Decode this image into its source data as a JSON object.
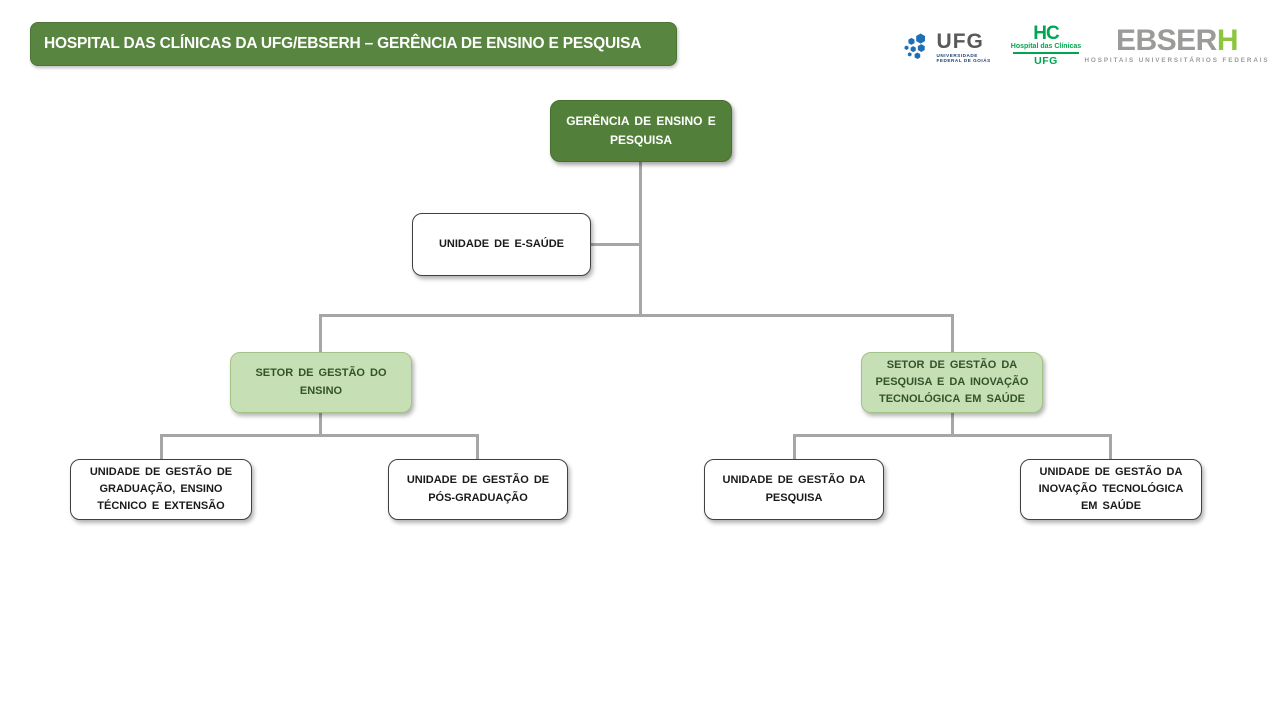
{
  "header": {
    "title": "HOSPITAL DAS CLÍNICAS DA UFG/EBSERH – GERÊNCIA DE ENSINO E PESQUISA"
  },
  "logos": {
    "ufg": {
      "acronym": "UFG",
      "subtitle": "UNIVERSIDADE FEDERAL DE GOIÁS"
    },
    "hc": {
      "acronym": "HC",
      "name": "Hospital das Clínicas",
      "institution": "UFG"
    },
    "ebserh": {
      "word_gray": "EBSER",
      "word_green": "H",
      "subtitle": "HOSPITAIS UNIVERSITÁRIOS FEDERAIS"
    }
  },
  "org_chart": {
    "root": {
      "label": "GERÊNCIA DE ENSINO E PESQUISA"
    },
    "esaude": {
      "label": "UNIDADE DE E-SAÚDE"
    },
    "setor_ensino": {
      "label": "SETOR DE GESTÃO DO ENSINO"
    },
    "setor_pesquisa": {
      "label": "SETOR DE GESTÃO DA PESQUISA E DA INOVAÇÃO TECNOLÓGICA EM SAÚDE"
    },
    "unidade_graduacao": {
      "label": "UNIDADE DE GESTÃO DE GRADUAÇÃO, ENSINO TÉCNICO E EXTENSÃO"
    },
    "unidade_pos_graduacao": {
      "label": "UNIDADE DE GESTÃO DE PÓS-GRADUAÇÃO"
    },
    "unidade_pesquisa": {
      "label": "UNIDADE DE GESTÃO DA PESQUISA"
    },
    "unidade_inovacao": {
      "label": "UNIDADE DE GESTÃO DA INOVAÇÃO TECNOLÓGICA EM SAÚDE"
    }
  },
  "colors": {
    "header_green": "#588540",
    "header_green_border": "#4c7535",
    "node_dark_green": "#52803A",
    "node_dark_green_border": "#476E2E",
    "node_light_green": "#C6DFB5",
    "node_light_green_border": "#A3C288",
    "node_light_green_text": "#33532A",
    "connector_gray": "#A6A6A6",
    "ufg_blue": "#1F6FB5",
    "hc_green": "#00A651",
    "ebserh_gray": "#9B9B9A",
    "ebserh_green": "#8CC63F"
  }
}
